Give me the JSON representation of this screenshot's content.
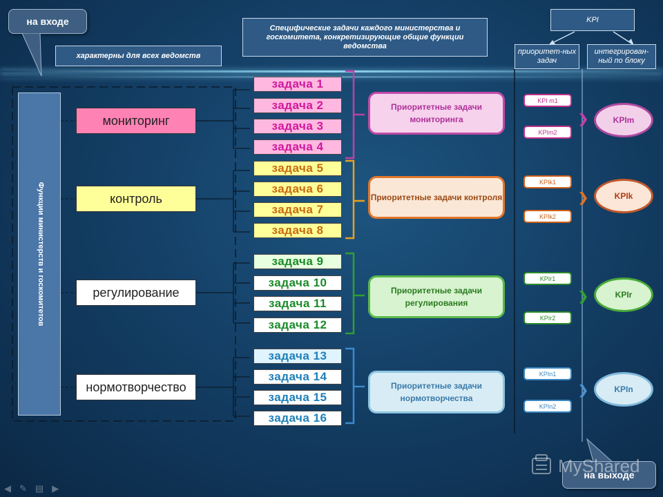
{
  "callouts": {
    "entry": "на входе",
    "exit": "на выходе"
  },
  "headers": {
    "common": "характерны для всех ведомств",
    "specific": "Специфические задачи каждого министерства и госкомитета, конкретизирующие общие функции ведомства",
    "kpi": "KPI",
    "priority_col": "приоритет-ных задач",
    "integrated_col": "интегрирован-ный по блоку"
  },
  "functions_label": "Функции министерств и госкомитетов",
  "functions": [
    {
      "label": "мониторинг",
      "color": "#ff82b4"
    },
    {
      "label": "контроль",
      "color": "#ffff99"
    },
    {
      "label": "регулирование",
      "color": "#ffffff"
    },
    {
      "label": "нормотворчество",
      "color": "#ffffff"
    }
  ],
  "tasks": [
    {
      "label": "задача 1",
      "color": "#d0189c",
      "bg": "#ffb8e0"
    },
    {
      "label": "задача 2",
      "color": "#d0189c",
      "bg": "#ffb8e0"
    },
    {
      "label": "задача 3",
      "color": "#d0189c",
      "bg": "#ffb8e0"
    },
    {
      "label": "задача 4",
      "color": "#d0189c",
      "bg": "#ffb8e0"
    },
    {
      "label": "задача 5",
      "color": "#c86a10",
      "bg": "#ffff99"
    },
    {
      "label": "задача 6",
      "color": "#c86a10",
      "bg": "#ffff99"
    },
    {
      "label": "задача 7",
      "color": "#c86a10",
      "bg": "#ffff99"
    },
    {
      "label": "задача 8",
      "color": "#c86a10",
      "bg": "#ffff99"
    },
    {
      "label": "задача 9",
      "color": "#1b8a2a",
      "bg": "#e8ffe0"
    },
    {
      "label": "задача 10",
      "color": "#1b8a2a",
      "bg": "#ffffff"
    },
    {
      "label": "задача 11",
      "color": "#1b8a2a",
      "bg": "#ffffff"
    },
    {
      "label": "задача 12",
      "color": "#1b8a2a",
      "bg": "#ffffff"
    },
    {
      "label": "задача 13",
      "color": "#1e7fb8",
      "bg": "#e0f4ff"
    },
    {
      "label": "задача 14",
      "color": "#1e7fb8",
      "bg": "#ffffff"
    },
    {
      "label": "задача 15",
      "color": "#1e7fb8",
      "bg": "#ffffff"
    },
    {
      "label": "задача 16",
      "color": "#1e7fb8",
      "bg": "#ffffff"
    }
  ],
  "priorities": [
    {
      "label": "Приоритетные задачи мониторинга",
      "color": "#b0309a",
      "bg": "#f6d2ec",
      "border": "#c04aa8"
    },
    {
      "label": "Приоритетные задачи контроля",
      "color": "#9a4a14",
      "bg": "#fbe7d6",
      "border": "#e2762a"
    },
    {
      "label": "Приоритетные задачи регулирования",
      "color": "#2a7a20",
      "bg": "#d7f3cf",
      "border": "#5ab84a"
    },
    {
      "label": "Приоритетные задачи нормотворчества",
      "color": "#3a7aa8",
      "bg": "#d8ecf5",
      "border": "#8ec6e0"
    }
  ],
  "kpi_small": [
    {
      "label": "KPI m1",
      "color": "#c0308a"
    },
    {
      "label": "KPIm2",
      "color": "#c0308a"
    },
    {
      "label": "KPIk1",
      "color": "#d06018"
    },
    {
      "label": "KPIk2",
      "color": "#d06018"
    },
    {
      "label": "KPIr1",
      "color": "#2a8a2a"
    },
    {
      "label": "KPIr2",
      "color": "#2a8a2a"
    },
    {
      "label": "KPIn1",
      "color": "#3a86c0"
    },
    {
      "label": "KPIn2",
      "color": "#3a86c0"
    }
  ],
  "kpi_integrated": [
    {
      "label": "KPIm",
      "color": "#b0309a",
      "bg": "#f3d0ea",
      "border": "#b04aa0"
    },
    {
      "label": "KPIk",
      "color": "#b03a10",
      "bg": "#fbe6d8",
      "border": "#c05a2a"
    },
    {
      "label": "KPIr",
      "color": "#2a7a20",
      "bg": "#d7f3cf",
      "border": "#4aa83a"
    },
    {
      "label": "KPIn",
      "color": "#3a7aa8",
      "bg": "#d8ecf5",
      "border": "#7fb8dc"
    }
  ],
  "watermark": "MyShared"
}
